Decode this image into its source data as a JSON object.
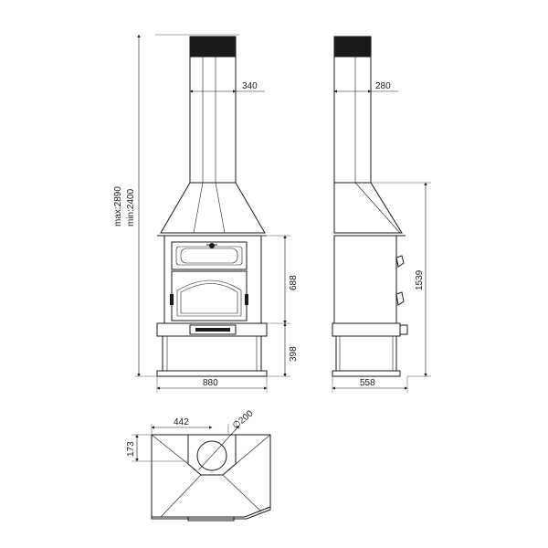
{
  "dimensions": {
    "height_max": "max:2890",
    "height_min": "min:2400",
    "front_width": "880",
    "flue_width_front": "340",
    "door_section_height": "688",
    "base_height": "398",
    "flue_width_side": "280",
    "side_height": "1539",
    "side_depth": "558",
    "top_width": "442",
    "top_depth": "173",
    "flue_diameter": "∅200"
  }
}
